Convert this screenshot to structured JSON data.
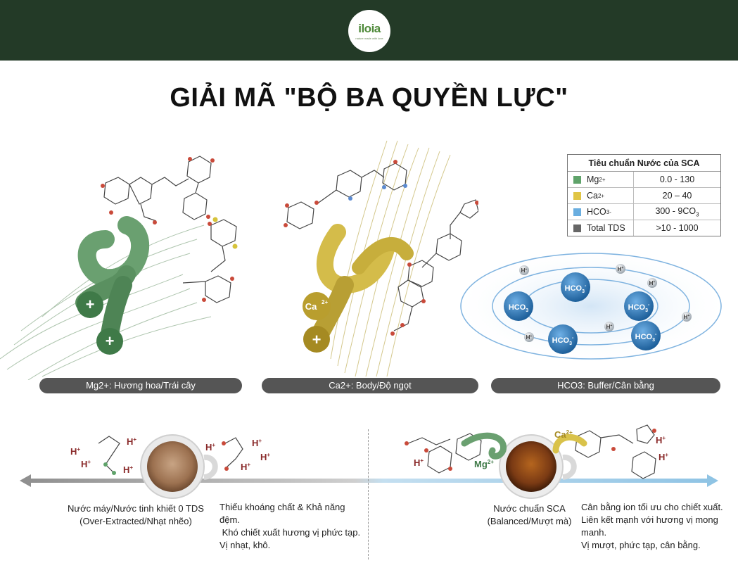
{
  "header": {
    "logo_text": "iloia",
    "logo_tagline": "nature made with love"
  },
  "title": "GIẢI MÃ \"BỘ BA QUYỀN LỰC\"",
  "colors": {
    "header_bg": "#233a27",
    "mg": "#5fa36a",
    "ca": "#d9c24a",
    "hco3": "#5b9ad6",
    "tds": "#666666",
    "pill_bg": "#555555"
  },
  "panels": {
    "mg": {
      "label": "Mg2+: Hương hoa/Trái cây"
    },
    "ca": {
      "label": "Ca2+: Body/Độ ngọt",
      "ion_label": "Ca",
      "ion_sup": "2+"
    },
    "hco3": {
      "label": "HCO3: Buffer/Cân bằng",
      "ion": "HCO",
      "ion_sub": "3",
      "ion_sup": "-",
      "proton": "H",
      "proton_sup": "+"
    }
  },
  "sca_table": {
    "title": "Tiêu chuẩn Nước của SCA",
    "rows": [
      {
        "name": "Mg",
        "sup": "2+",
        "sub": "",
        "value": "0.0 - 130",
        "color": "#5fa36a"
      },
      {
        "name": "Ca",
        "sup": "2+",
        "sub": "",
        "value": "20 – 40",
        "color": "#e0c545"
      },
      {
        "name": "HCO",
        "sup": "-",
        "sub": "3",
        "value": "300 - 9CO",
        "value_sub": "3",
        "color": "#6aaee0"
      },
      {
        "name": "Total TDS",
        "sup": "",
        "sub": "",
        "value": ">10 - 1000",
        "color": "#666666"
      }
    ]
  },
  "bottom": {
    "left": {
      "caption1": "Nước máy/Nước tinh khiết 0 TDS",
      "caption2": "(Over-Extracted/Nhạt nhẽo)",
      "desc1": "Thiếu khoáng chất & Khả năng",
      "desc2": "đệm.",
      "desc3": " Khó chiết xuất hương vị phức tạp.",
      "desc4": "Vị nhạt, khô."
    },
    "right": {
      "caption1": "Nước chuẩn SCA",
      "caption2": "(Balanced/Mượt mà)",
      "desc1": "Cân bằng ion tối ưu cho chiết xuất.",
      "desc2": "Liên kết mạnh với hương vị mong",
      "desc3": "manh.",
      "desc4": "Vị mượt, phức tạp, cân bằng.",
      "mg_label": "Mg",
      "mg_sup": "2+",
      "ca_label": "Ca",
      "ca_sup": "2+"
    }
  }
}
